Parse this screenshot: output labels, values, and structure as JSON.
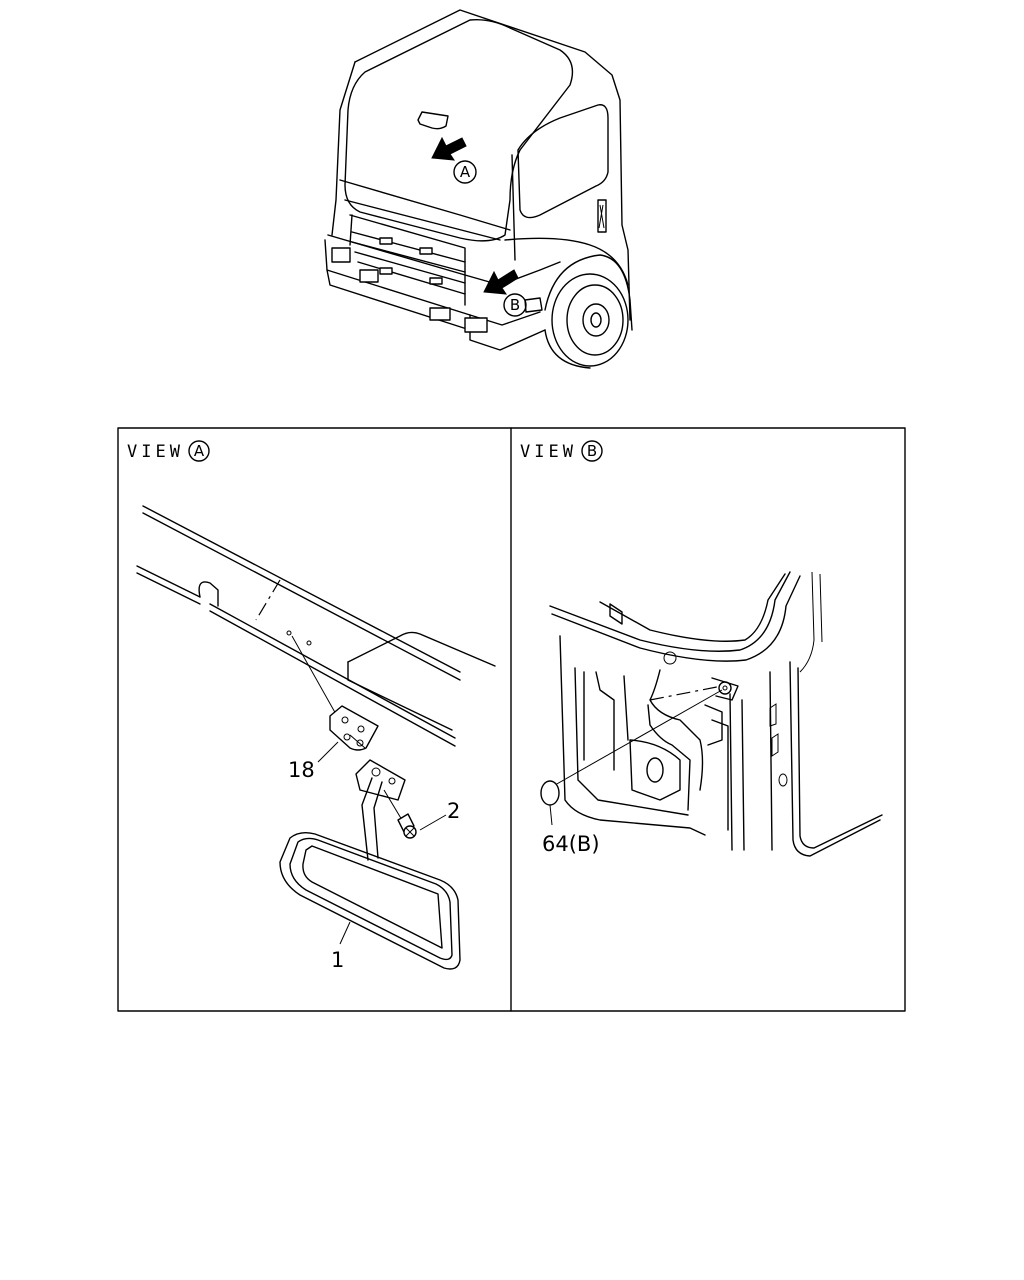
{
  "overview": {
    "callout_a": "A",
    "callout_b": "B"
  },
  "view_a": {
    "title": "VIEW",
    "letter": "A",
    "parts": [
      {
        "label": "18"
      },
      {
        "label": "2"
      },
      {
        "label": "1"
      }
    ]
  },
  "view_b": {
    "title": "VIEW",
    "letter": "B",
    "parts": [
      {
        "label": "64(B)"
      }
    ]
  }
}
